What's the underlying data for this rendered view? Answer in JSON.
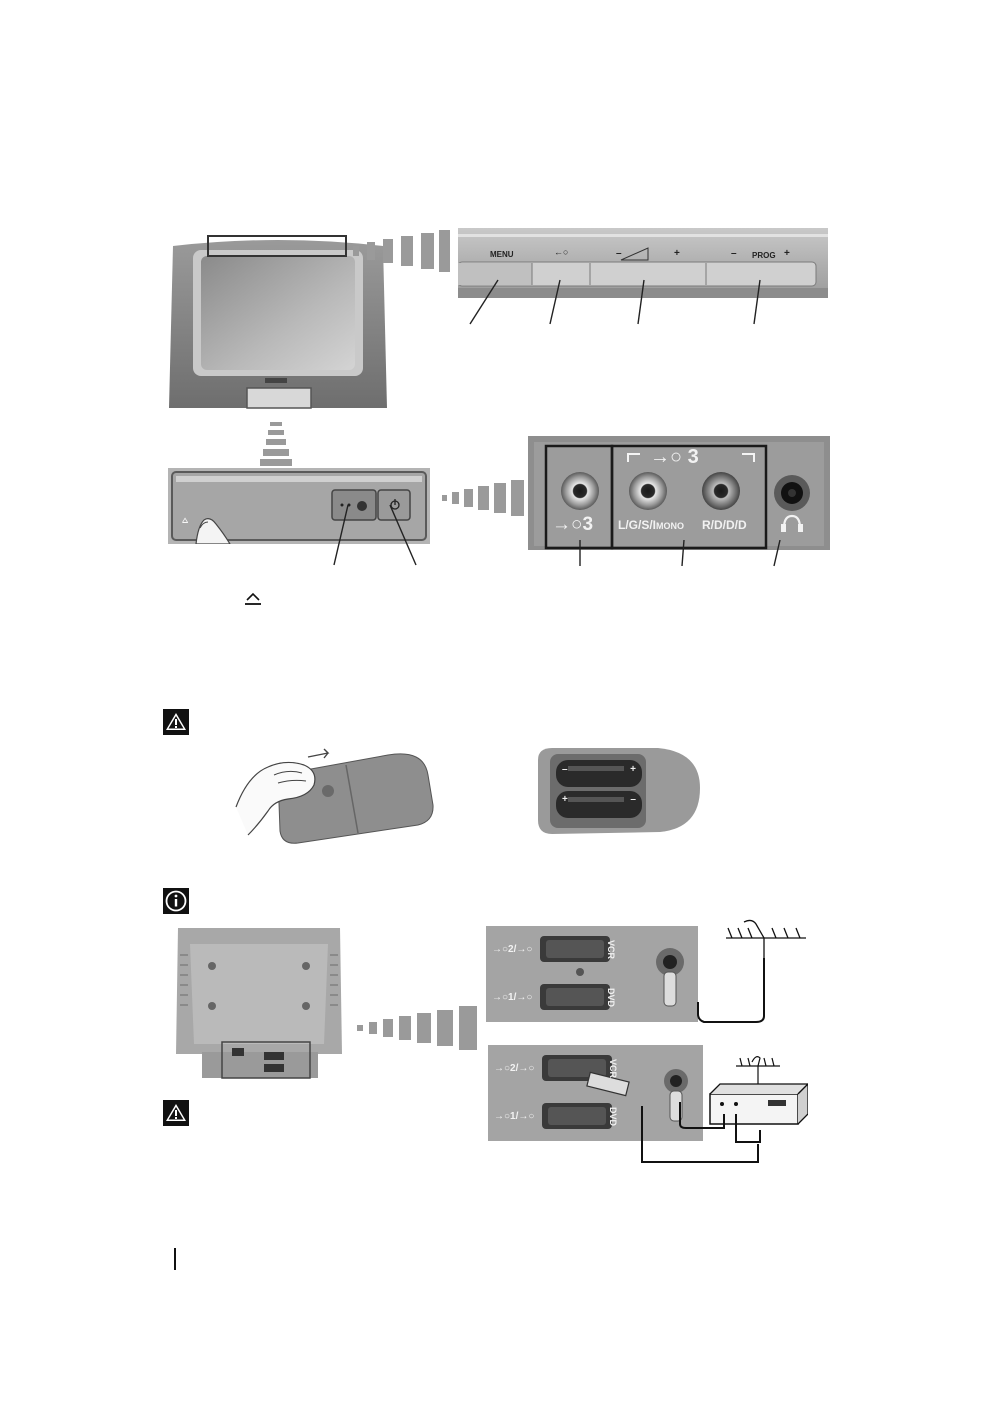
{
  "front_panel": {
    "button_labels": {
      "menu": "MENU",
      "input": "←○",
      "vol_minus": "–",
      "vol_plus": "+",
      "prog_minus": "–",
      "prog_label": "PROG",
      "prog_plus": "+"
    }
  },
  "av_panel": {
    "bracket_label": "→○ 3",
    "video_label": "→○3",
    "left_label": "L/G/S/I",
    "mono_label": "MONO",
    "right_label": "R/D/D/D"
  },
  "flap": {
    "open_symbol": "⩟"
  },
  "remote": {
    "battery_top_text": "–  +",
    "battery_bottom_text": "+  –"
  },
  "rear_connectors": {
    "scart_top_label": "→○2/→○",
    "scart_bottom_label": "→○1/→○",
    "scart_top_device": "VCR",
    "scart_bottom_device": "DVD"
  },
  "icons": {
    "warning": "warning-icon",
    "info": "info-icon"
  }
}
